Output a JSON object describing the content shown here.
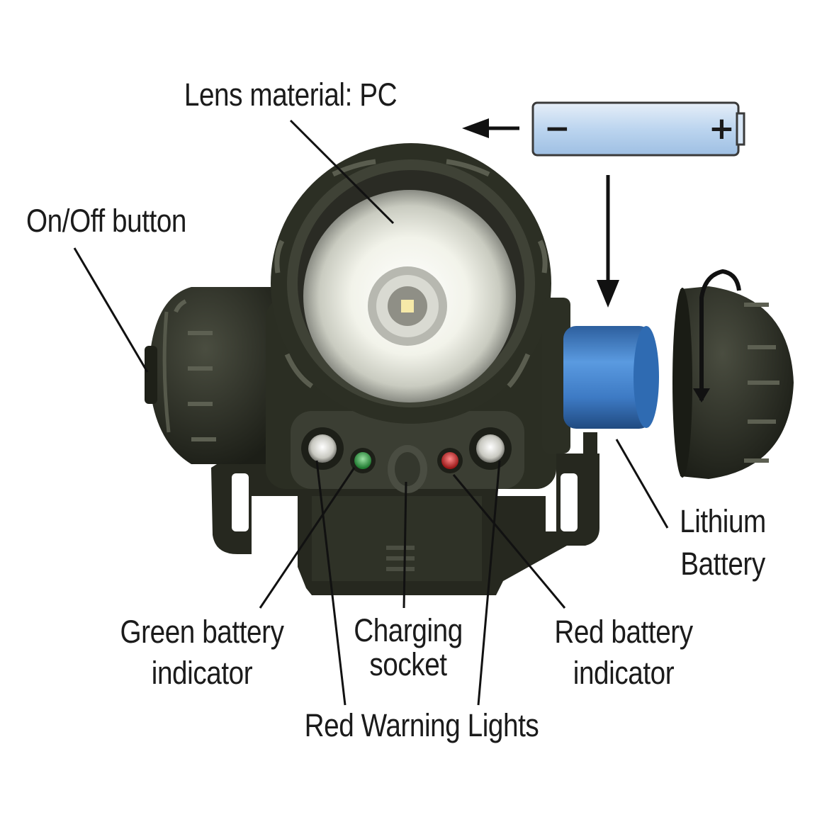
{
  "labels": {
    "lens": "Lens material: PC",
    "onoff": "On/Off button",
    "lithium_line1": "Lithium",
    "lithium_line2": "Battery",
    "green_line1": "Green battery",
    "green_line2": "indicator",
    "charging_line1": "Charging",
    "charging_line2": "socket",
    "red_line1": "Red battery",
    "red_line2": "indicator",
    "warning": "Red Warning Lights"
  },
  "battery": {
    "minus": "−",
    "plus": "+"
  },
  "colors": {
    "housing": "#2c2f24",
    "battery_cell": "#3d7ac4",
    "battery_icon": "#bcd5ef",
    "green_led": "#2f9a42",
    "red_led": "#c42a2a",
    "lens_glow": "#f4f5ec"
  }
}
